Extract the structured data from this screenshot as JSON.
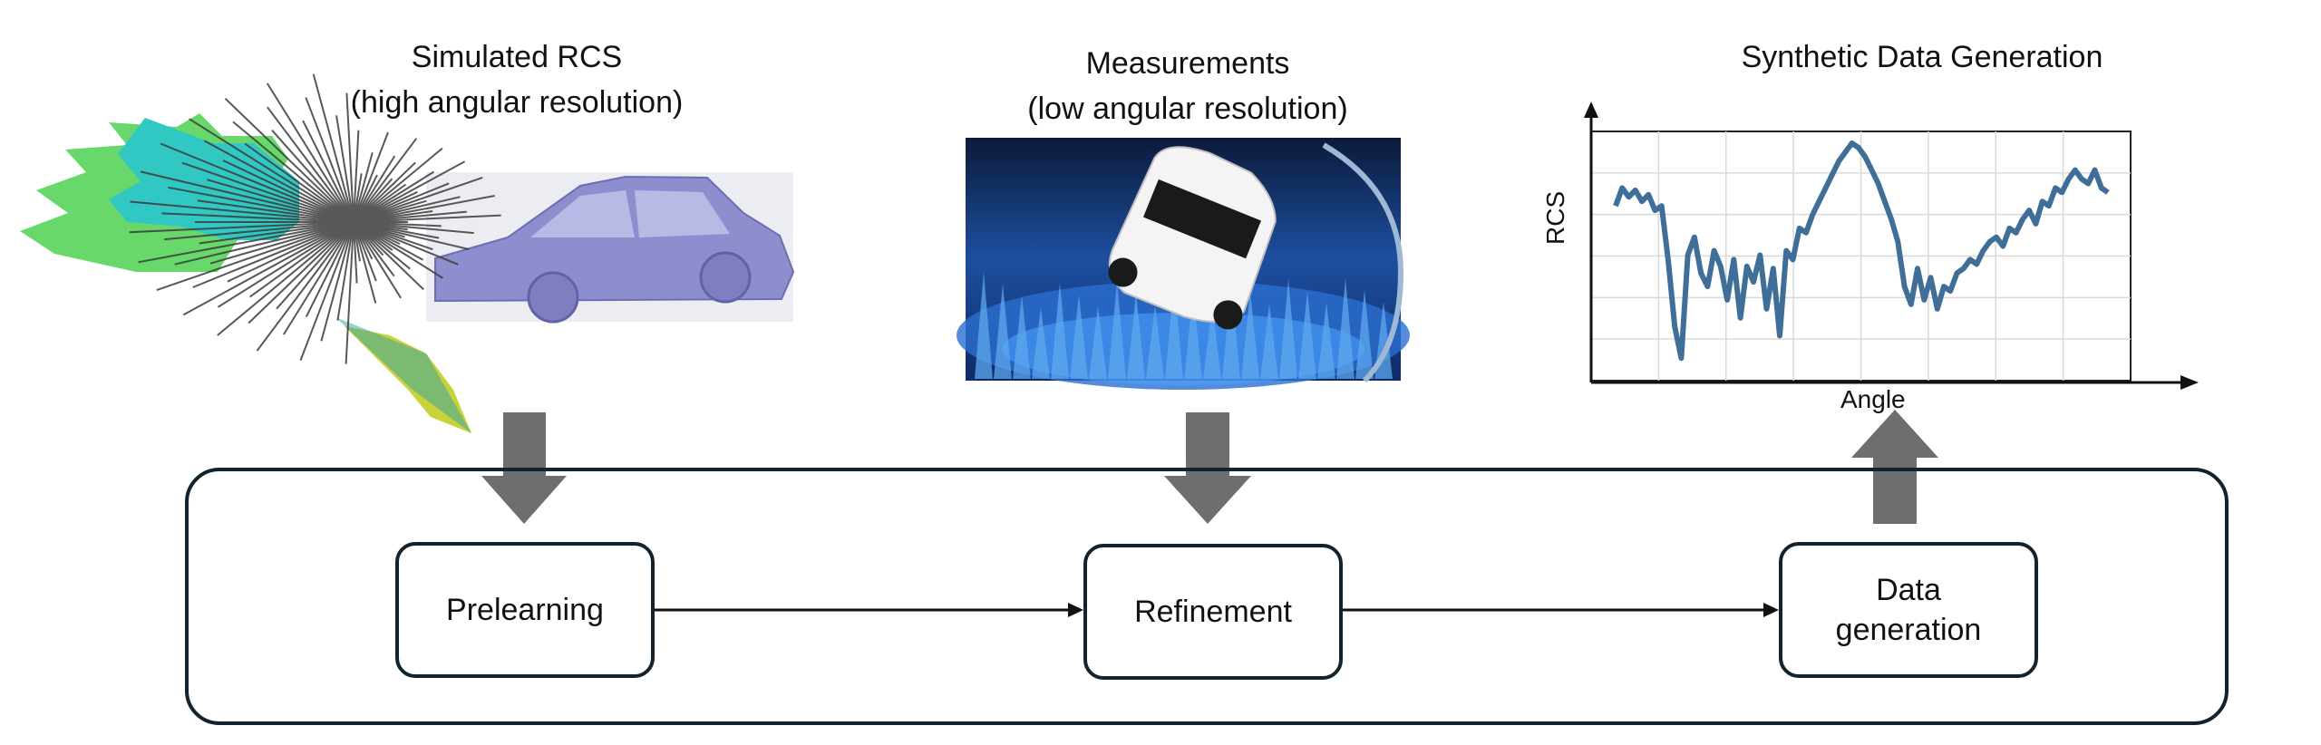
{
  "inputs": {
    "simulated": {
      "title_line1": "Simulated RCS",
      "title_line2": "(high angular resolution)"
    },
    "measurements": {
      "title_line1": "Measurements",
      "title_line2": "(low angular resolution)"
    },
    "synthetic": {
      "title": "Synthetic Data Generation"
    }
  },
  "pipeline": {
    "stages": [
      {
        "label": "Prelearning"
      },
      {
        "label": "Refinement"
      },
      {
        "label_line1": "Data",
        "label_line2": "generation"
      }
    ]
  },
  "chart_data": {
    "type": "line",
    "title": "Synthetic Data Generation",
    "xlabel": "Angle",
    "ylabel": "RCS",
    "grid": true,
    "series": [
      {
        "values": [
          72,
          80,
          76,
          79,
          74,
          77,
          70,
          72,
          48,
          18,
          4,
          50,
          58,
          42,
          36,
          52,
          45,
          30,
          48,
          22,
          45,
          38,
          50,
          26,
          44,
          14,
          52,
          48,
          62,
          60,
          68,
          74,
          80,
          86,
          92,
          96,
          100,
          98,
          94,
          88,
          82,
          74,
          66,
          56,
          36,
          28,
          44,
          30,
          40,
          26,
          36,
          34,
          42,
          44,
          48,
          46,
          52,
          56,
          58,
          54,
          62,
          60,
          66,
          70,
          64,
          74,
          72,
          80,
          78,
          84,
          88,
          84,
          82,
          88,
          80,
          78
        ]
      }
    ],
    "colors": {
      "line": "#3f6f99",
      "grid": "#d9d9d9"
    }
  },
  "colors": {
    "frame": "#13232e",
    "arrow": "#6e6e6e",
    "car": "#8e8ecf"
  }
}
